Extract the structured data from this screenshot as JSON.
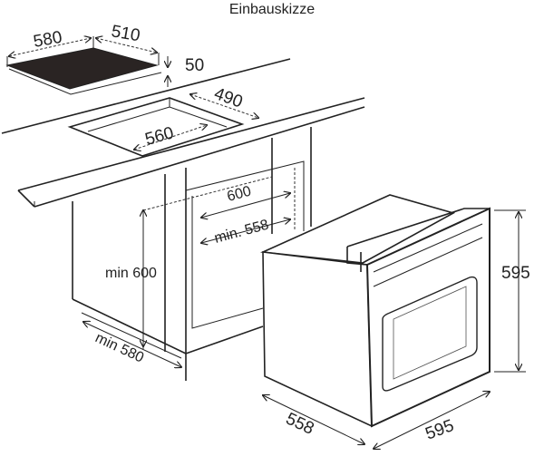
{
  "title": "Einbauskizze",
  "dimensions": {
    "cooktop_width": "580",
    "cooktop_depth": "510",
    "cooktop_height": "50",
    "cutout_depth": "490",
    "cutout_width": "560",
    "niche_width": "600",
    "niche_min_width": "min. 558",
    "niche_min_height": "min 600",
    "niche_min_depth": "min 580",
    "oven_height": "595",
    "oven_depth": "558",
    "oven_width": "595"
  }
}
